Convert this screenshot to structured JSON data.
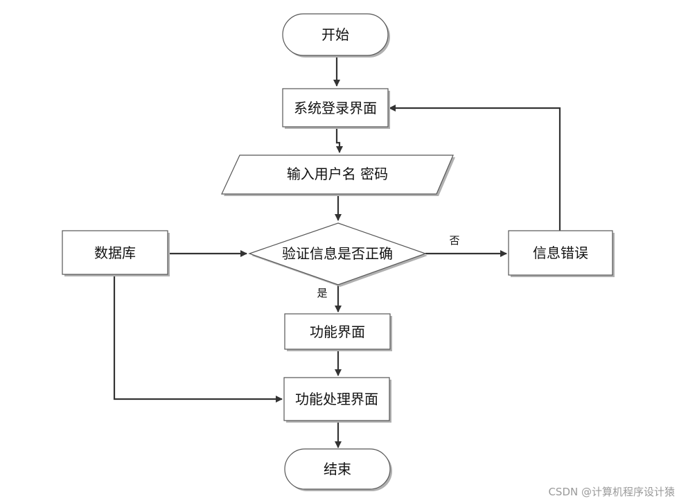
{
  "nodes": {
    "start": "开始",
    "login_page": "系统登录界面",
    "input_credentials": "输入用户名 密码",
    "verify": "验证信息是否正确",
    "database": "数据库",
    "info_error": "信息错误",
    "function_page": "功能界面",
    "function_process_page": "功能处理界面",
    "end": "结束"
  },
  "edges": {
    "no_label": "否",
    "yes_label": "是"
  },
  "watermark": "CSDN @计算机程序设计猿"
}
